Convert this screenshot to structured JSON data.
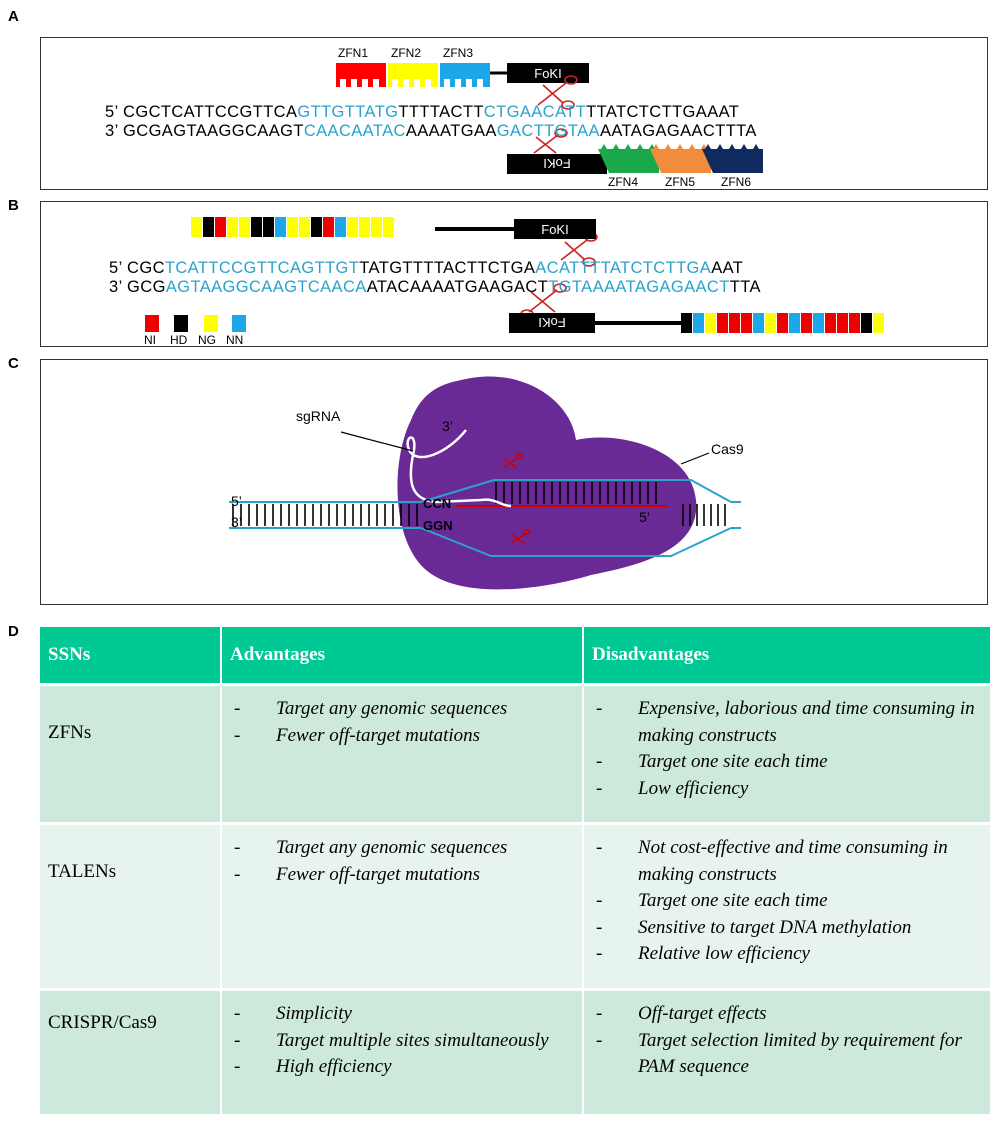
{
  "panel_labels": {
    "a": "A",
    "b": "B",
    "c": "C",
    "d": "D"
  },
  "panelA": {
    "zfn_top": [
      "ZFN1",
      "ZFN2",
      "ZFN3"
    ],
    "zfn_bottom": [
      "ZFN4",
      "ZFN5",
      "ZFN6"
    ],
    "foki": "FoKI",
    "seq_top": {
      "pre": "5’ CGCTCATTCCGTTCA",
      "hl1": "GTTGTTATG",
      "mid": "TTTTACTT",
      "hl2": "CTGAACATT",
      "post": "TTATCTCTTGAAAT"
    },
    "seq_bot": {
      "pre": "3’ GCGAGTAAGGCAAGT",
      "hl1": "CAACAATAC",
      "mid": "AAAATGAA",
      "hl2": "GACTTGTAA",
      "post": "AATAGAGAACTTTA"
    },
    "colors": {
      "zfn1": "#ff0000",
      "zfn2": "#ffff00",
      "zfn3": "#1ea7e8",
      "zfn4": "#1aa84a",
      "zfn5": "#f08c3c",
      "zfn6": "#0f2a5e",
      "highlight": "#29a3cc"
    }
  },
  "panelB": {
    "foki": "FoKI",
    "seq_top": {
      "pre": "5’ CGC",
      "hl1": "TCATTCCGTTCAGTTGT",
      "mid": "TATGTTTTACTTCTGA",
      "hl2": "ACATTTTATCTCTTGA",
      "post": "AAT"
    },
    "seq_bot": {
      "pre": "3’ GCG",
      "hl1": "AGTAAGGCAAGTCAACA",
      "mid": "ATACAAAATGAAGACT",
      "hl2": "TGTAAAATAGAGAACT",
      "post": "TTA"
    },
    "legend": [
      {
        "label": "NI",
        "color": "#ee0000"
      },
      {
        "label": "HD",
        "color": "#000000"
      },
      {
        "label": "NG",
        "color": "#ffff00"
      },
      {
        "label": "NN",
        "color": "#1ea7e8"
      }
    ],
    "tale_top": [
      "NG",
      "HD",
      "NI",
      "NG",
      "NG",
      "HD",
      "HD",
      "NN",
      "NG",
      "NG",
      "HD",
      "NI",
      "NN",
      "NG",
      "NG",
      "NG",
      "NG"
    ],
    "tale_bottom": [
      "HD",
      "NN",
      "NG",
      "NI",
      "NI",
      "NI",
      "NN",
      "NG",
      "NI",
      "NN",
      "NI",
      "NN",
      "NI",
      "NI",
      "NI",
      "HD",
      "NG"
    ]
  },
  "panelC": {
    "sgRNA": "sgRNA",
    "cas9": "Cas9",
    "three_prime_sg": "3’",
    "five_left": "5’",
    "three_left": "3’",
    "five_right": "5’",
    "ccn": "CCN",
    "ggn": "GGN",
    "colors": {
      "cas9": "#6a2a96",
      "dna": "#29a3cc",
      "cut": "#cc0000"
    }
  },
  "table": {
    "headers": [
      "SSNs",
      "Advantages",
      "Disadvantages"
    ],
    "rows": [
      {
        "name": "ZFNs",
        "advantages": [
          "Target any genomic sequences",
          "Fewer off-target mutations"
        ],
        "disadvantages": [
          "Expensive, laborious and time consuming in making constructs",
          "Target one site each time",
          "Low efficiency"
        ]
      },
      {
        "name": "TALENs",
        "advantages": [
          "Target any genomic sequences",
          "Fewer off-target mutations"
        ],
        "disadvantages": [
          "Not cost-effective and time consuming in making constructs",
          "Target one site each time",
          "Sensitive to target DNA methylation",
          "Relative low efficiency"
        ]
      },
      {
        "name": "CRISPR/Cas9",
        "advantages": [
          "Simplicity",
          "Target multiple sites simultaneously",
          "High efficiency"
        ],
        "disadvantages": [
          "Off-target effects",
          "Target selection limited by requirement for PAM sequence"
        ]
      }
    ],
    "colors": {
      "header": "#00c994",
      "row_dark": "#cde9dc",
      "row_light": "#e7f4ee"
    }
  }
}
